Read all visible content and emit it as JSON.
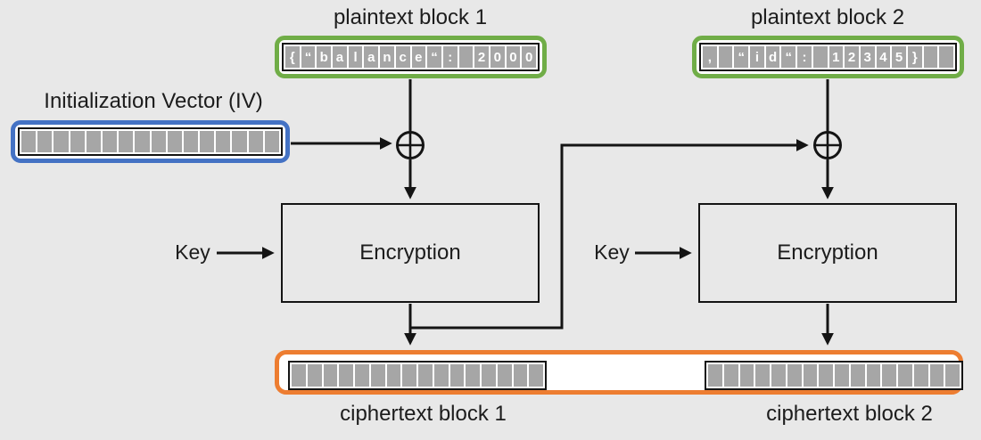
{
  "colors": {
    "background": "#e8e8e8",
    "plaintext_frame": "#70AD47",
    "iv_frame": "#4472C4",
    "ciphertext_frame": "#ED7D31",
    "cell_fill": "#a6a6a6",
    "line": "#141414"
  },
  "icons": {
    "xor": "⊕"
  },
  "nodes": {
    "plaintext_block_1": {
      "label": "plaintext block 1",
      "cells": [
        "{",
        "“",
        "b",
        "a",
        "l",
        "a",
        "n",
        "c",
        "e",
        "“",
        ":",
        " ",
        "2",
        "0",
        "0",
        "0"
      ]
    },
    "plaintext_block_2": {
      "label": "plaintext block 2",
      "cells": [
        ",",
        " ",
        "“",
        "i",
        "d",
        "“",
        ":",
        " ",
        "1",
        "2",
        "3",
        "4",
        "5",
        "}",
        " ",
        " "
      ]
    },
    "iv": {
      "label": "Initialization Vector (IV)",
      "cells": [
        "",
        "",
        "",
        "",
        "",
        "",
        "",
        "",
        "",
        "",
        "",
        "",
        "",
        "",
        "",
        ""
      ]
    },
    "encryption_1": {
      "label": "Encryption"
    },
    "encryption_2": {
      "label": "Encryption"
    },
    "key_1": {
      "label": "Key"
    },
    "key_2": {
      "label": "Key"
    },
    "ciphertext_block_1": {
      "label": "ciphertext block 1",
      "cells": [
        "",
        "",
        "",
        "",
        "",
        "",
        "",
        "",
        "",
        "",
        "",
        "",
        "",
        "",
        "",
        ""
      ]
    },
    "ciphertext_block_2": {
      "label": "ciphertext block 2",
      "cells": [
        "",
        "",
        "",
        "",
        "",
        "",
        "",
        "",
        "",
        "",
        "",
        "",
        "",
        "",
        "",
        ""
      ]
    }
  }
}
